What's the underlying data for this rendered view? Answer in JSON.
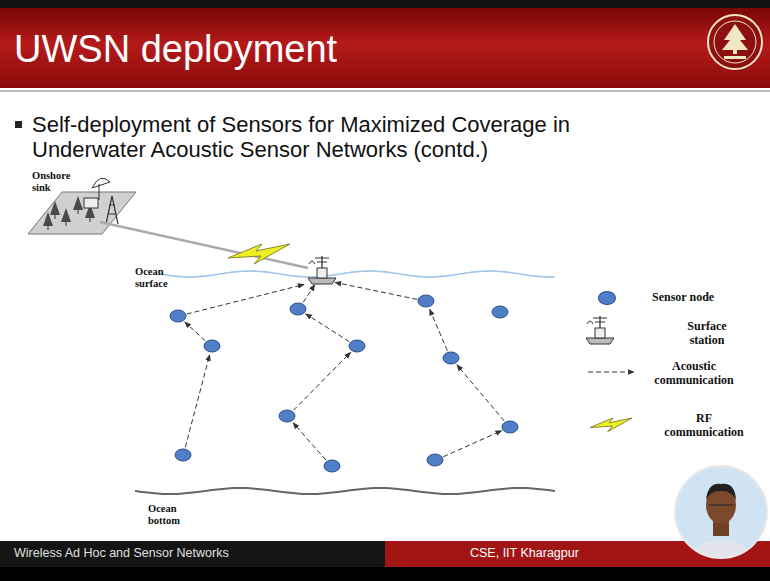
{
  "diagram": {
    "title": "UWSN deployment",
    "labels": [
      "Self-deployment of Sensors for Maximized Coverage in Underwater Acoustic Sensor Networks (contd.)",
      "Onshore sink",
      "Ocean surface",
      "Ocean bottom",
      "Wireless Ad Hoc and Sensor Networks",
      "CSE, IIT Kharagpur"
    ],
    "legend": [
      {
        "text": "Sensor node",
        "color": "#4f7fc9"
      },
      {
        "text": "Surface station"
      },
      {
        "text": "Acoustic communication"
      },
      {
        "text": "RF communication"
      }
    ]
  }
}
